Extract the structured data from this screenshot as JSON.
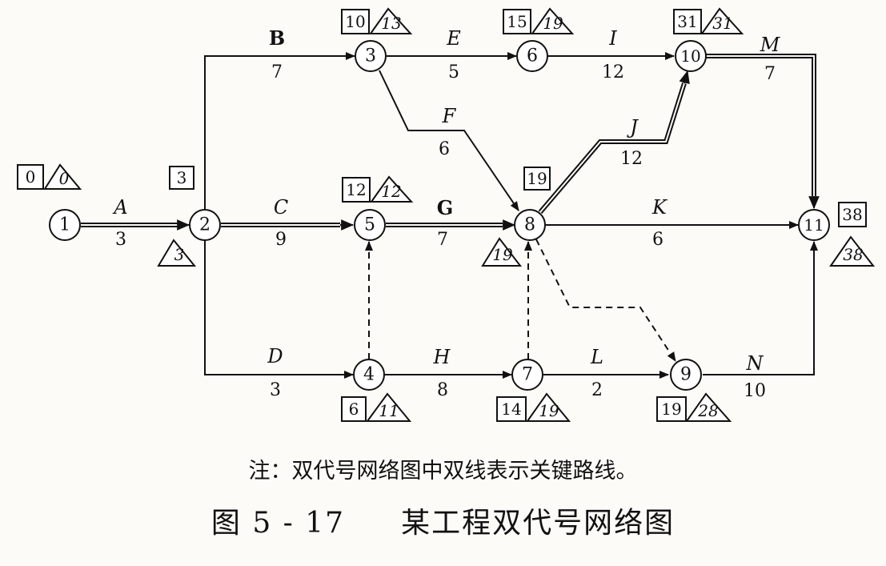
{
  "nodes": [
    {
      "id": "1",
      "label": "1"
    },
    {
      "id": "2",
      "label": "2"
    },
    {
      "id": "3",
      "label": "3"
    },
    {
      "id": "4",
      "label": "4"
    },
    {
      "id": "5",
      "label": "5"
    },
    {
      "id": "6",
      "label": "6"
    },
    {
      "id": "7",
      "label": "7"
    },
    {
      "id": "8",
      "label": "8"
    },
    {
      "id": "9",
      "label": "9"
    },
    {
      "id": "10",
      "label": "10"
    },
    {
      "id": "11",
      "label": "11"
    }
  ],
  "activities": [
    {
      "name": "A",
      "duration": "3",
      "critical": true
    },
    {
      "name": "B",
      "duration": "7",
      "critical": false
    },
    {
      "name": "C",
      "duration": "9",
      "critical": true
    },
    {
      "name": "D",
      "duration": "3",
      "critical": false
    },
    {
      "name": "E",
      "duration": "5",
      "critical": false
    },
    {
      "name": "F",
      "duration": "6",
      "critical": false
    },
    {
      "name": "G",
      "duration": "7",
      "critical": true
    },
    {
      "name": "H",
      "duration": "8",
      "critical": false
    },
    {
      "name": "I",
      "duration": "12",
      "critical": false
    },
    {
      "name": "J",
      "duration": "12",
      "critical": true
    },
    {
      "name": "K",
      "duration": "6",
      "critical": false
    },
    {
      "name": "L",
      "duration": "2",
      "critical": false
    },
    {
      "name": "M",
      "duration": "7",
      "critical": true
    },
    {
      "name": "N",
      "duration": "10",
      "critical": false
    }
  ],
  "node_times": {
    "1": {
      "earliest": "0",
      "latest": "0"
    },
    "2": {
      "earliest": "3",
      "latest": "3"
    },
    "3": {
      "earliest": "10",
      "latest": "13"
    },
    "4": {
      "earliest": "6",
      "latest": "11"
    },
    "5": {
      "earliest": "12",
      "latest": "12"
    },
    "6": {
      "earliest": "15",
      "latest": "19"
    },
    "7": {
      "earliest": "14",
      "latest": "19"
    },
    "8": {
      "earliest": "19",
      "latest": "19"
    },
    "9": {
      "earliest": "19",
      "latest": "28"
    },
    "10": {
      "earliest": "31",
      "latest": "31"
    },
    "11": {
      "earliest": "38",
      "latest": "38"
    }
  },
  "note": "注：双代号网络图中双线表示关键路线。",
  "figure_number": "图 5 - 17",
  "figure_title": "某工程双代号网络图"
}
